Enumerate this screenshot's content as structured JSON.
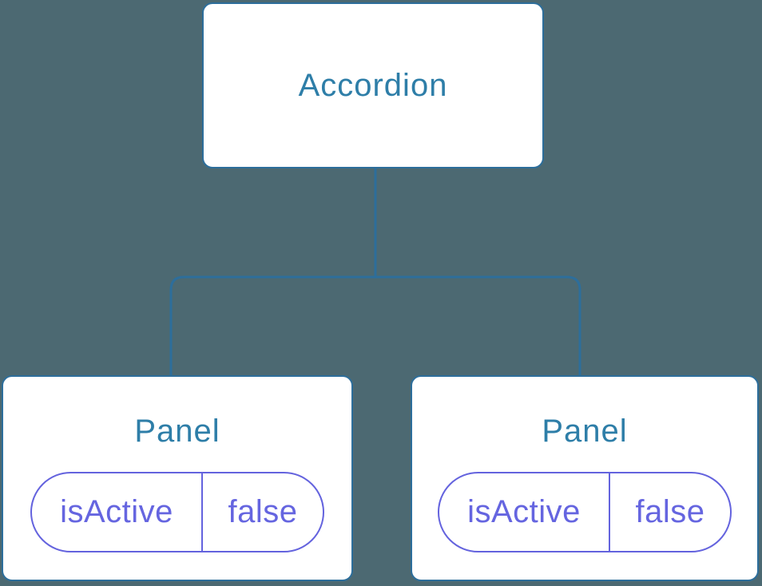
{
  "colors": {
    "background": "#4C6972",
    "line": "#2D6E9B",
    "node_fill": "#FFFFFF",
    "blue_text": "#2E7EA8",
    "purple": "#6463DE",
    "purple_text": "#6565E0"
  },
  "tree": {
    "root": {
      "label": "Accordion"
    },
    "children": [
      {
        "label": "Panel",
        "state": {
          "key": "isActive",
          "value": "false"
        }
      },
      {
        "label": "Panel",
        "state": {
          "key": "isActive",
          "value": "false"
        }
      }
    ]
  }
}
